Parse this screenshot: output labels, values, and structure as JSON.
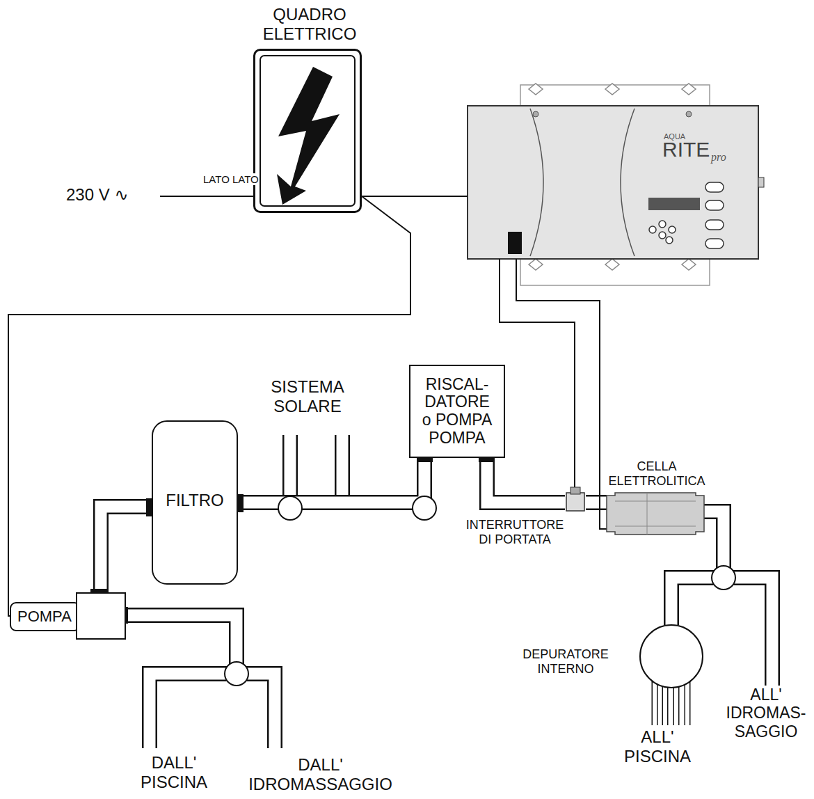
{
  "diagram": {
    "nodes": [
      {
        "text": [
          "QUADRO ELETTRICO",
          "LATO LATO"
        ]
      },
      {
        "text": [
          "AQUA",
          "RITE",
          "pro"
        ]
      },
      {
        "text": [
          "FILTRO"
        ]
      },
      {
        "text": [
          "RISCAL- DATORE o POMPA POMPA"
        ]
      },
      {
        "text": [
          "POMPA"
        ]
      },
      {
        "text": [
          "CELLA ELETTROLITICA"
        ]
      },
      {
        "text": [
          "INTERRUTTORE DI PORTATA"
        ]
      },
      {
        "text": [
          "DEPURATORE INTERNO"
        ]
      }
    ],
    "edges": [
      {
        "from": 4,
        "to": 2,
        "arrow": "none"
      },
      {
        "from": 2,
        "to": 3,
        "arrow": "none"
      },
      {
        "from": 3,
        "to": 6,
        "arrow": "none"
      },
      {
        "from": 6,
        "to": 5,
        "arrow": "none"
      },
      {
        "from": 5,
        "to": 7,
        "arrow": "none"
      },
      {
        "from": 0,
        "to": 1,
        "arrow": "none"
      },
      {
        "from": 0,
        "to": 4,
        "arrow": "none"
      },
      {
        "from": 1,
        "to": 6,
        "arrow": "none"
      },
      {
        "from": 1,
        "to": 5,
        "arrow": "none"
      }
    ],
    "labels": [
      "230 V ∿",
      "SISTEMA SOLARE",
      "DALL' PISCINA",
      "DALL' IDROMASSAGGIO",
      "ALL' PISCINA",
      "ALL' IDROMAS- SAGGIO"
    ]
  }
}
